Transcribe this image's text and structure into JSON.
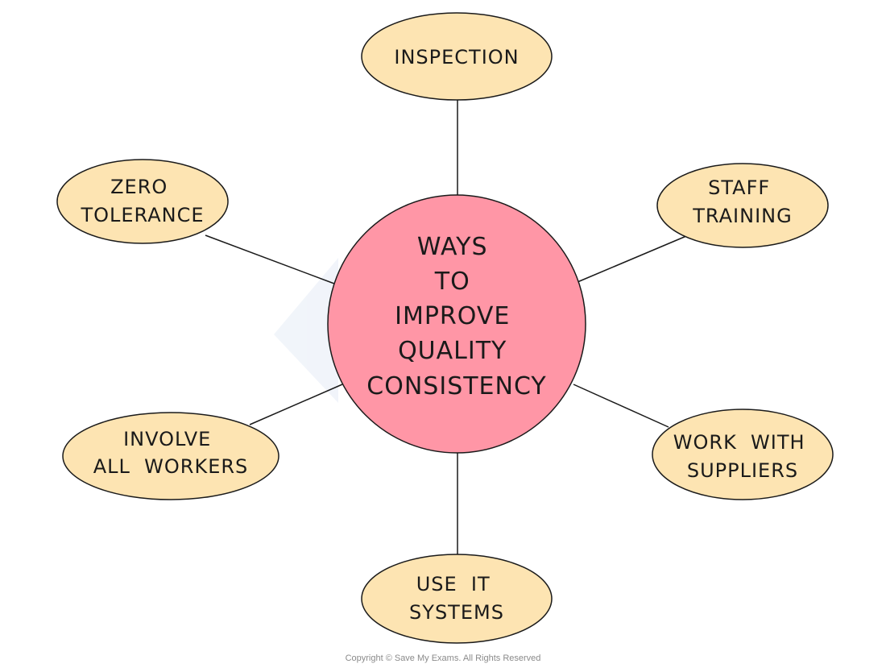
{
  "colors": {
    "center_fill": "#ff96a6",
    "node_fill": "#fde4b2",
    "stroke": "#1a1a1a",
    "watermark": "#e6ecf6"
  },
  "center": {
    "lines": [
      "WAYS",
      "TO",
      "IMPROVE",
      "QUALITY",
      "CONSISTENCY"
    ]
  },
  "nodes": [
    {
      "id": "inspection",
      "lines": [
        "INSPECTION"
      ]
    },
    {
      "id": "staff-training",
      "lines": [
        "STAFF",
        "TRAINING"
      ]
    },
    {
      "id": "work-with-suppliers",
      "lines": [
        "WORK  WITH",
        "SUPPLIERS"
      ]
    },
    {
      "id": "use-it-systems",
      "lines": [
        "USE  IT",
        "SYSTEMS"
      ]
    },
    {
      "id": "involve-all-workers",
      "lines": [
        "INVOLVE",
        "ALL  WORKERS"
      ]
    },
    {
      "id": "zero-tolerance",
      "lines": [
        "ZERO",
        "TOLERANCE"
      ]
    }
  ],
  "watermark": {
    "logo": "save-my-exams-logo",
    "text": "Save My Exams"
  },
  "copyright": "Copyright © Save My Exams. All Rights Reserved"
}
